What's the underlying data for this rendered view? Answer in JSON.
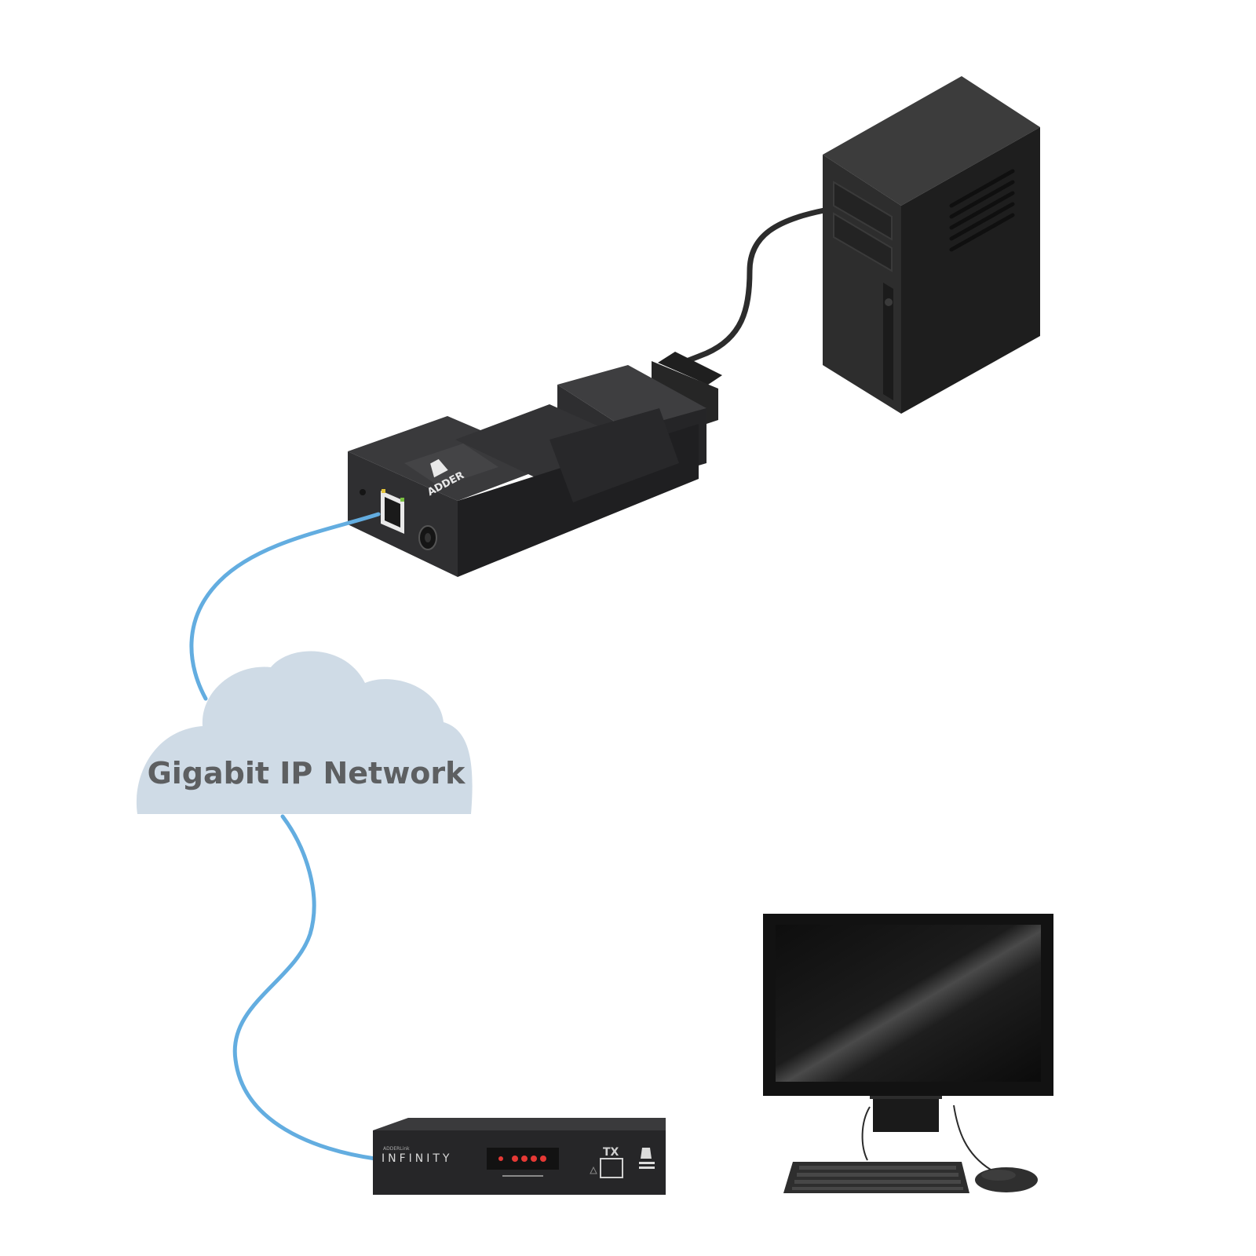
{
  "network": {
    "label": "Gigabit IP Network"
  },
  "adapter": {
    "brand": "ADDER"
  },
  "receiver": {
    "sub_brand": "ADDERLink",
    "brand": "INFINITY",
    "port_label": "TX"
  },
  "colors": {
    "cable_blue": "#63ade0",
    "cable_black": "#2a2a2a",
    "cloud_fill": "#cfdbe6",
    "device_body": "#2b2b2d",
    "led_red": "#e53935"
  },
  "icons": [
    "pc-tower-icon",
    "adder-adapter-icon",
    "cloud-icon",
    "receiver-unit-icon",
    "monitor-icon",
    "keyboard-icon",
    "mouse-icon"
  ]
}
